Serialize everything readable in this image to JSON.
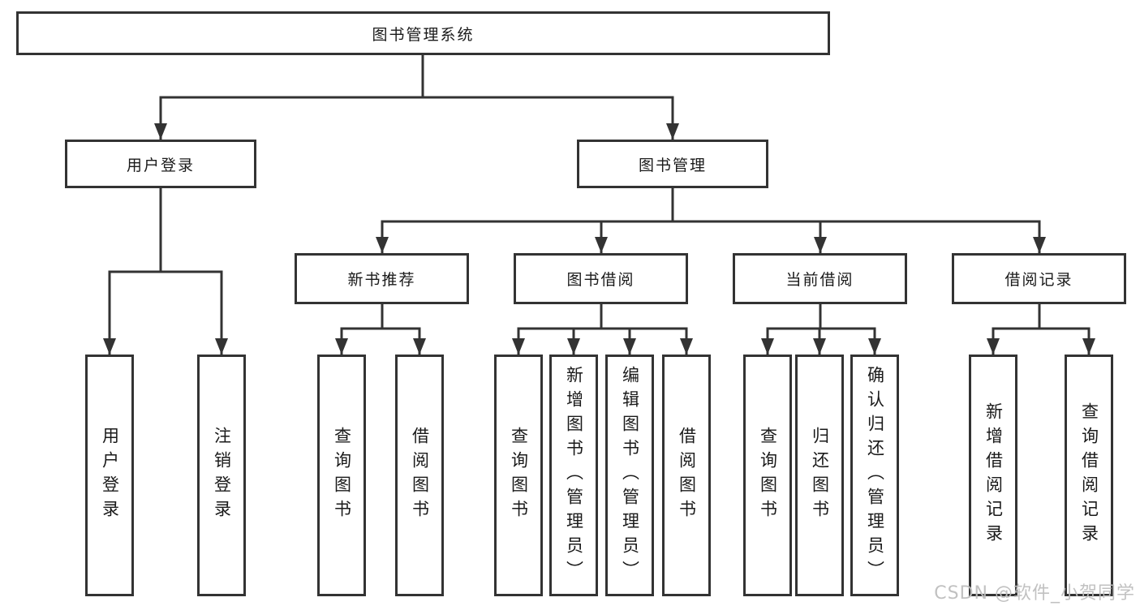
{
  "nodes": {
    "root": {
      "label": "图书管理系统"
    },
    "level2": [
      {
        "id": "user-login",
        "label": "用户登录"
      },
      {
        "id": "book-management",
        "label": "图书管理"
      }
    ],
    "level3": [
      {
        "id": "new-book-recommend",
        "label": "新书推荐"
      },
      {
        "id": "book-borrow",
        "label": "图书借阅"
      },
      {
        "id": "current-borrow",
        "label": "当前借阅"
      },
      {
        "id": "borrow-records",
        "label": "借阅记录"
      }
    ],
    "leaves": [
      {
        "parent": "user-login",
        "label": "用户登录"
      },
      {
        "parent": "user-login",
        "label": "注销登录"
      },
      {
        "parent": "new-book-recommend",
        "label": "查询图书"
      },
      {
        "parent": "new-book-recommend",
        "label": "借阅图书"
      },
      {
        "parent": "book-borrow",
        "label": "查询图书"
      },
      {
        "parent": "book-borrow",
        "label": "新增图书（管理员）"
      },
      {
        "parent": "book-borrow",
        "label": "编辑图书（管理员）"
      },
      {
        "parent": "book-borrow",
        "label": "借阅图书"
      },
      {
        "parent": "current-borrow",
        "label": "查询图书"
      },
      {
        "parent": "current-borrow",
        "label": "归还图书"
      },
      {
        "parent": "current-borrow",
        "label": "确认归还（管理员）"
      },
      {
        "parent": "borrow-records",
        "label": "新增借阅记录"
      },
      {
        "parent": "borrow-records",
        "label": "查询借阅记录"
      }
    ]
  },
  "watermark": {
    "text": "CSDN @软件_小贺同学"
  },
  "colors": {
    "line": "#333333",
    "text": "#1a1a1a",
    "background": "#ffffff",
    "watermark": "#bebebe"
  }
}
